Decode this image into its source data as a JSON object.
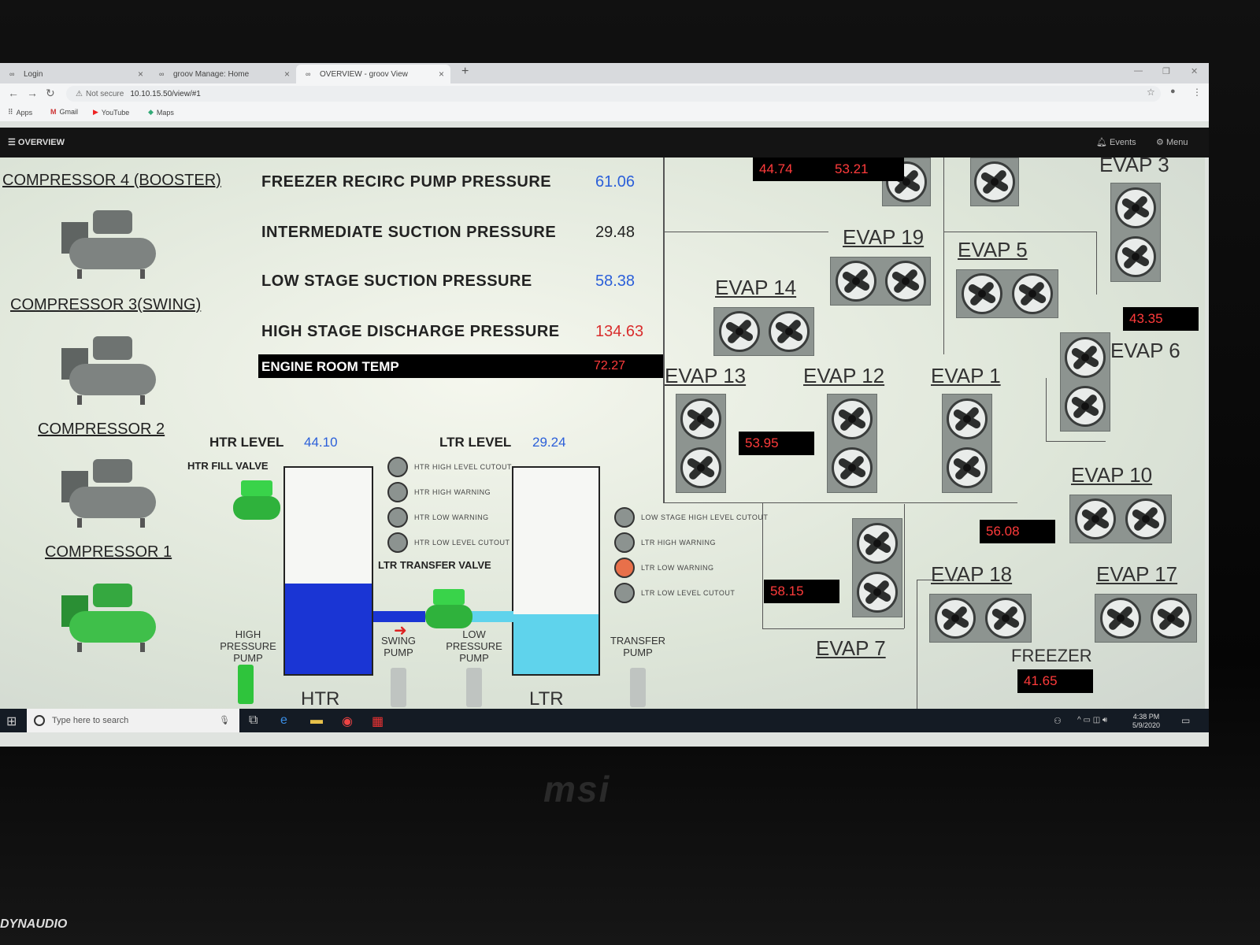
{
  "browser": {
    "tabs": [
      {
        "label": "Login"
      },
      {
        "label": "groov Manage: Home"
      },
      {
        "label": "OVERVIEW - groov View"
      }
    ],
    "security_label": "Not secure",
    "url": "10.10.15.50/view/#1",
    "bookmarks": [
      "Apps",
      "Gmail",
      "YouTube",
      "Maps"
    ]
  },
  "app": {
    "title": "OVERVIEW",
    "events_label": "Events",
    "menu_label": "Menu"
  },
  "compressors": [
    {
      "label": "COMPRESSOR 4 (BOOSTER)",
      "running": false
    },
    {
      "label": "COMPRESSOR 3(SWING)",
      "running": false
    },
    {
      "label": "COMPRESSOR 2",
      "running": false
    },
    {
      "label": "COMPRESSOR 1",
      "running": true
    }
  ],
  "pressures": [
    {
      "label": "FREEZER RECIRC PUMP PRESSURE",
      "value": "61.06",
      "color": "#2b5fd9"
    },
    {
      "label": "INTERMEDIATE SUCTION PRESSURE",
      "value": "29.48",
      "color": "#222222"
    },
    {
      "label": "LOW STAGE SUCTION PRESSURE",
      "value": "58.38",
      "color": "#2b5fd9"
    },
    {
      "label": "HIGH STAGE DISCHARGE PRESSURE",
      "value": "134.63",
      "color": "#d92e2e"
    }
  ],
  "engine_room": {
    "label": "ENGINE ROOM TEMP",
    "value": "72.27"
  },
  "htr": {
    "level_label": "HTR LEVEL",
    "level_value": "44.10",
    "level_fraction": 0.44,
    "fill_valve_label": "HTR FILL VALVE",
    "tank_label": "HTR",
    "indicators": [
      {
        "label": "HTR HIGH LEVEL CUTOUT",
        "color": "#8c9390"
      },
      {
        "label": "HTR HIGH WARNING",
        "color": "#8c9390"
      },
      {
        "label": "HTR LOW WARNING",
        "color": "#8c9390"
      },
      {
        "label": "HTR LOW LEVEL CUTOUT",
        "color": "#8c9390"
      }
    ]
  },
  "ltr": {
    "level_label": "LTR LEVEL",
    "level_value": "29.24",
    "level_fraction": 0.29,
    "transfer_valve_label": "LTR TRANSFER VALVE",
    "tank_label": "LTR",
    "indicators": [
      {
        "label": "LOW STAGE HIGH LEVEL CUTOUT",
        "color": "#8c9390"
      },
      {
        "label": "LTR HIGH WARNING",
        "color": "#8c9390"
      },
      {
        "label": "LTR LOW WARNING",
        "color": "#e8704a"
      },
      {
        "label": "LTR LOW LEVEL CUTOUT",
        "color": "#8c9390"
      }
    ]
  },
  "pumps": {
    "high_pressure": "HIGH PRESSURE PUMP",
    "swing": "SWING PUMP",
    "low_pressure": "LOW PRESSURE PUMP",
    "transfer": "TRANSFER PUMP"
  },
  "evaps": {
    "evap3": "EVAP 3",
    "evap19": "EVAP 19",
    "evap5": "EVAP 5",
    "evap14": "EVAP 14",
    "evap6": "EVAP 6",
    "evap13": "EVAP 13",
    "evap12": "EVAP 12",
    "evap1": "EVAP 1",
    "evap10": "EVAP 10",
    "evap18": "EVAP 18",
    "evap17": "EVAP 17",
    "evap7": "EVAP 7",
    "freezer": "FREEZER"
  },
  "readouts": {
    "r1": "44.74",
    "r2": "53.21",
    "r3": "43.35",
    "r4": "53.95",
    "r5": "56.08",
    "r6": "58.15",
    "r7": "41.65"
  },
  "taskbar": {
    "search_placeholder": "Type here to search",
    "time": "4:38 PM",
    "date": "5/9/2020"
  },
  "hardware": {
    "brand": "msi",
    "speaker_brand": "DYNAUDIO"
  },
  "colors": {
    "alarm_red": "#ff3b3b",
    "tank_htr": "#1a35d4",
    "tank_ltr": "#5fd3ec",
    "running_green": "#35c445"
  }
}
